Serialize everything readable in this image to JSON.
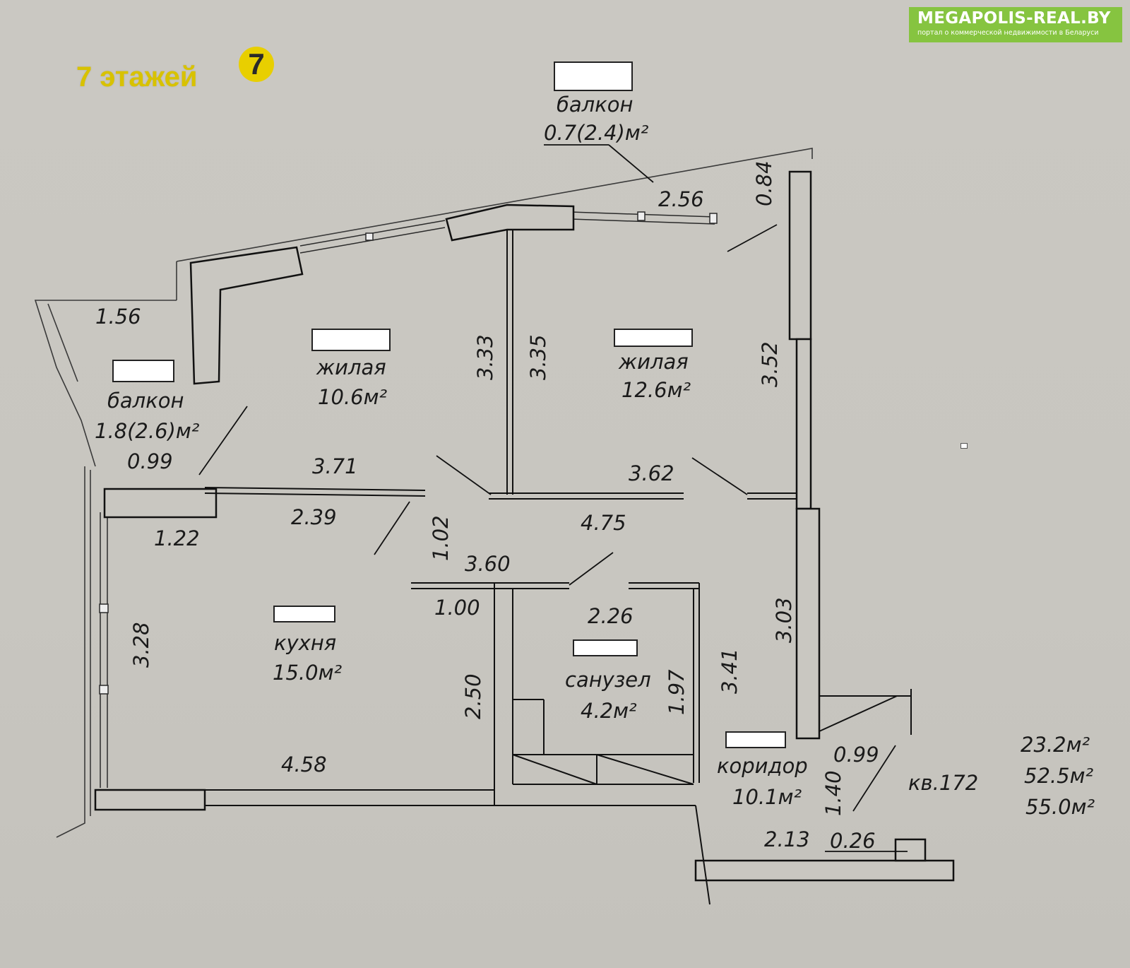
{
  "brand": {
    "name": "MEGAPOLIS-REAL.BY",
    "tagline": "портал о коммерческой недвижимости в Беларуси",
    "color": "#86c440"
  },
  "floors_badge": {
    "label": "7 этажей",
    "number": "7",
    "color": "#e8cf00"
  },
  "rooms": {
    "balcony_top": {
      "name": "балкон",
      "area": "0.7(2.4)м²"
    },
    "balcony_left": {
      "name": "балкон",
      "area": "1.8(2.6)м²"
    },
    "living_1": {
      "name": "жилая",
      "area": "10.6м²"
    },
    "living_2": {
      "name": "жилая",
      "area": "12.6м²"
    },
    "kitchen": {
      "name": "кухня",
      "area": "15.0м²"
    },
    "bathroom": {
      "name": "санузел",
      "area": "4.2м²"
    },
    "corridor": {
      "name": "коридор",
      "area": "10.1м²"
    }
  },
  "apartment": {
    "number": "кв.172",
    "area_living": "23.2м²",
    "area_total": "52.5м²",
    "area_with_balcony": "55.0м²"
  },
  "dimensions": {
    "d_2_56": "2.56",
    "d_0_84": "0.84",
    "d_1_56": "1.56",
    "d_3_33": "3.33",
    "d_3_35": "3.35",
    "d_3_52": "3.52",
    "d_0_99_balcony": "0.99",
    "d_3_71": "3.71",
    "d_3_62": "3.62",
    "d_2_39": "2.39",
    "d_1_22": "1.22",
    "d_4_75": "4.75",
    "d_1_02": "1.02",
    "d_3_60": "3.60",
    "d_1_00": "1.00",
    "d_2_26": "2.26",
    "d_3_03": "3.03",
    "d_3_28": "3.28",
    "d_2_50": "2.50",
    "d_1_97": "1.97",
    "d_3_41": "3.41",
    "d_4_58": "4.58",
    "d_0_99_corridor": "0.99",
    "d_1_40": "1.40",
    "d_2_13": "2.13",
    "d_0_26": "0.26"
  }
}
